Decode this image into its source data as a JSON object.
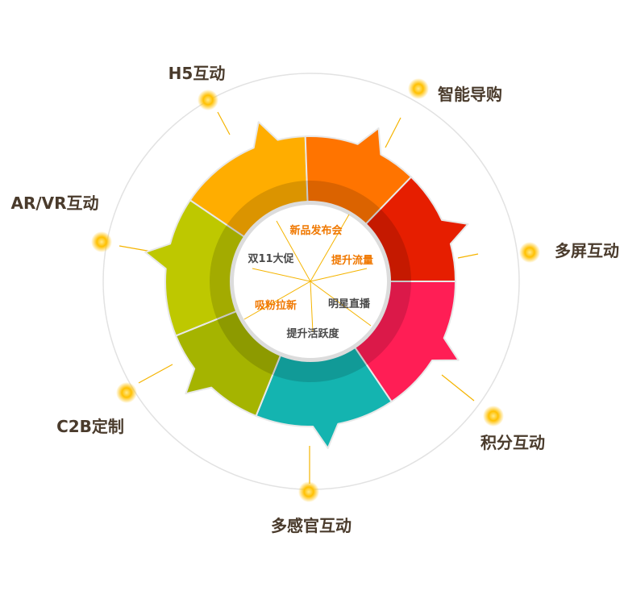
{
  "outer_labels": [
    {
      "key": "h5",
      "text": "H5互动"
    },
    {
      "key": "smart",
      "text": "智能导购"
    },
    {
      "key": "multiscreen",
      "text": "多屏互动"
    },
    {
      "key": "points",
      "text": "积分互动"
    },
    {
      "key": "multisense",
      "text": "多感官互动"
    },
    {
      "key": "c2b",
      "text": "C2B定制"
    },
    {
      "key": "arvr",
      "text": "AR/VR互动"
    }
  ],
  "inner_labels": [
    {
      "key": "launch",
      "text": "新品发布会",
      "color": "#f07800"
    },
    {
      "key": "traffic",
      "text": "提升流量",
      "color": "#f07800"
    },
    {
      "key": "double11",
      "text": "双11大促",
      "color": "#4a4a4a"
    },
    {
      "key": "star",
      "text": "明星直播",
      "color": "#4a4a4a"
    },
    {
      "key": "fans",
      "text": "吸粉拉新",
      "color": "#f07800"
    },
    {
      "key": "activity",
      "text": "提升活跃度",
      "color": "#4a4a4a"
    }
  ],
  "segment_colors": [
    "#ffad00",
    "#ff7400",
    "#e61e00",
    "#ff1e55",
    "#14b4b0",
    "#a5b400",
    "#bec800"
  ],
  "accent_dot": "#ffc000",
  "connector_color": "#f5b400"
}
